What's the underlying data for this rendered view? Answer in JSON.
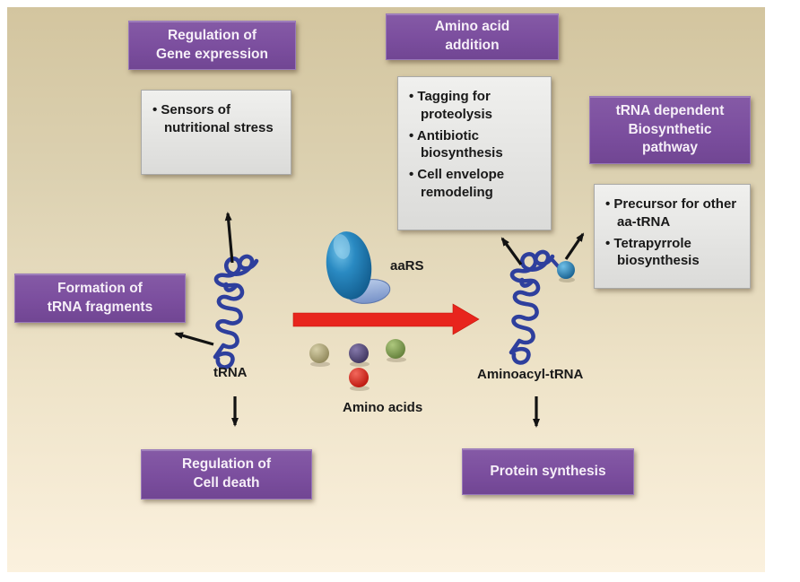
{
  "diagram": {
    "purple_boxes": {
      "gene_expression": "Regulation of\nGene expression",
      "amino_acid_addition": "Amino acid\naddition",
      "trna_dependent": "tRNA dependent\nBiosynthetic\npathway",
      "trna_fragments": "Formation of\ntRNA fragments",
      "cell_death": "Regulation of\nCell death",
      "protein_synthesis": "Protein synthesis"
    },
    "gray_boxes": {
      "sensors": {
        "items": [
          "• Sensors of nutritional stress"
        ]
      },
      "tagging": {
        "items": [
          "• Tagging for proteolysis",
          "• Antibiotic biosynthesis",
          "• Cell envelope remodeling"
        ]
      },
      "precursor": {
        "items": [
          "• Precursor for other aa-tRNA",
          "• Tetrapyrrole biosynthesis"
        ]
      }
    },
    "labels": {
      "aars": "aaRS",
      "trna": "tRNA",
      "amino_acids": "Amino acids",
      "aminoacyl_trna": "Aminoacyl-tRNA"
    },
    "colors": {
      "purple_box": "#7b4e9e",
      "gray_box": "#e4e4e2",
      "red_arrow": "#e8251d",
      "trna_blue": "#2e3f9d",
      "aars_blue": "#1f7ab8",
      "aars_disc_blue": "#93afdd",
      "ball_khaki": "#a89f6e",
      "ball_purple": "#4f4379",
      "ball_green": "#7d9c50",
      "ball_red": "#e1251b",
      "background_top": "#d3c59f",
      "background_bottom": "#fbf1de"
    }
  }
}
